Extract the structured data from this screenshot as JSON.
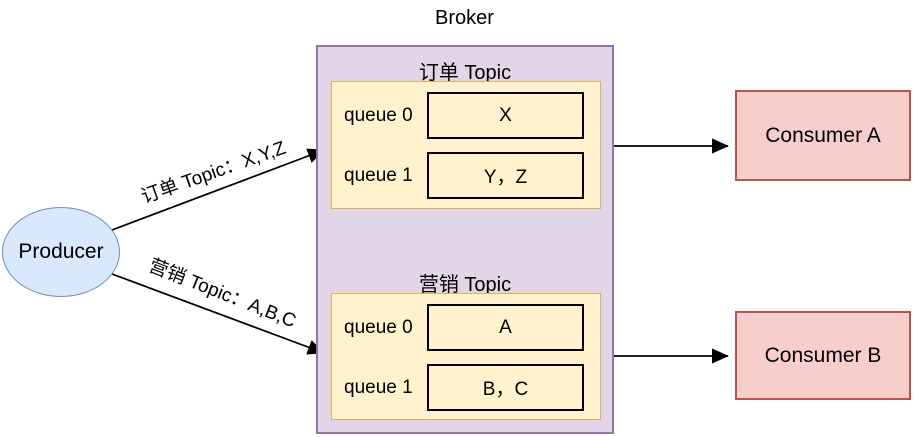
{
  "producer": {
    "label": "Producer"
  },
  "broker": {
    "title": "Broker",
    "topics": [
      {
        "title": "订单 Topic",
        "queues": [
          {
            "label": "queue 0",
            "messages": "X"
          },
          {
            "label": "queue 1",
            "messages": "Y，Z"
          }
        ]
      },
      {
        "title": "营销 Topic",
        "queues": [
          {
            "label": "queue 0",
            "messages": "A"
          },
          {
            "label": "queue 1",
            "messages": "B，C"
          }
        ]
      }
    ]
  },
  "consumers": [
    {
      "label": "Consumer A"
    },
    {
      "label": "Consumer B"
    }
  ],
  "edges": {
    "producer_to_order_label": "订单 Topic：X,Y,Z",
    "producer_to_marketing_label": "营销 Topic：A,B,C"
  },
  "colors": {
    "producer-fill": "#dae8fc",
    "producer-stroke": "#6c8ebf",
    "broker-fill": "#e1d5e7",
    "broker-stroke": "#9673a6",
    "topic-fill": "#fff2cc",
    "topic-stroke": "#d6b656",
    "consumer-fill": "#f8cecc",
    "consumer-stroke": "#b85450",
    "edge-stroke": "#000000"
  }
}
